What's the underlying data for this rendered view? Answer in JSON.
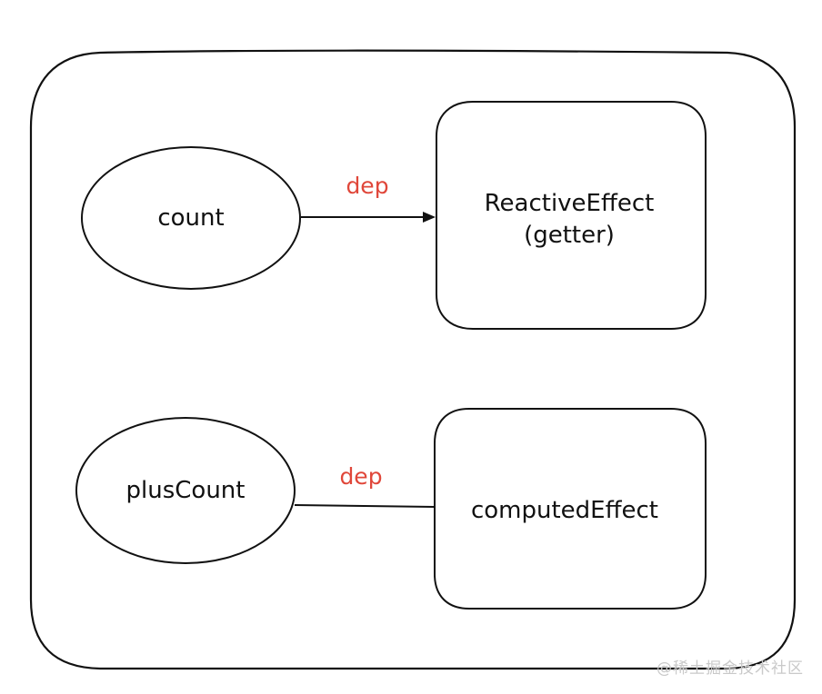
{
  "nodes": {
    "count": "count",
    "plus_count": "plusCount",
    "reactive_effect_line1": "ReactiveEffect",
    "reactive_effect_line2": "(getter)",
    "computed_effect": "computedEffect"
  },
  "edges": {
    "top_label": "dep",
    "bottom_label": "dep"
  },
  "watermark": "@稀土掘金技术社区",
  "colors": {
    "stroke": "#111111",
    "edge_label": "#e0473a",
    "watermark": "#c9c9c9",
    "background": "#ffffff"
  }
}
